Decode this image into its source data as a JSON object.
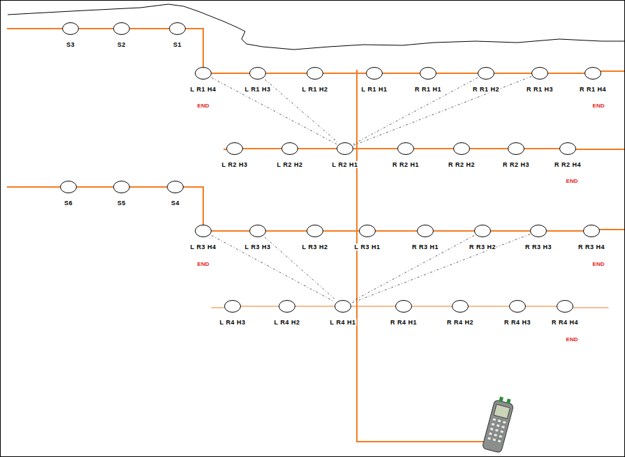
{
  "diagram": {
    "nodes": [
      {
        "text": [
          "S3"
        ]
      },
      {
        "text": [
          "S2"
        ]
      },
      {
        "text": [
          "S1"
        ]
      },
      {
        "text": [
          "L R1 H4"
        ]
      },
      {
        "text": [
          "L R1 H3"
        ]
      },
      {
        "text": [
          "L R1 H2"
        ]
      },
      {
        "text": [
          "L R1 H1"
        ]
      },
      {
        "text": [
          "R R1 H1"
        ]
      },
      {
        "text": [
          "R R1 H2"
        ]
      },
      {
        "text": [
          "R R1 H3"
        ]
      },
      {
        "text": [
          "R R1 H4"
        ]
      },
      {
        "text": [
          "L R2 H3"
        ]
      },
      {
        "text": [
          "L R2 H2"
        ]
      },
      {
        "text": [
          "L R2 H1"
        ]
      },
      {
        "text": [
          "R R2 H1"
        ]
      },
      {
        "text": [
          "R R2 H2"
        ]
      },
      {
        "text": [
          "R R2 H3"
        ]
      },
      {
        "text": [
          "R R2 H4"
        ]
      },
      {
        "text": [
          "S6"
        ]
      },
      {
        "text": [
          "S5"
        ]
      },
      {
        "text": [
          "S4"
        ]
      },
      {
        "text": [
          "L R3 H4"
        ]
      },
      {
        "text": [
          "L R3 H3"
        ]
      },
      {
        "text": [
          "L R3 H2"
        ]
      },
      {
        "text": [
          "L R3 H1"
        ]
      },
      {
        "text": [
          "R R3 H1"
        ]
      },
      {
        "text": [
          "R R3 H2"
        ]
      },
      {
        "text": [
          "R R3 H3"
        ]
      },
      {
        "text": [
          "R R3 H4"
        ]
      },
      {
        "text": [
          "L R4 H3"
        ]
      },
      {
        "text": [
          "L R4 H2"
        ]
      },
      {
        "text": [
          "L R4 H1"
        ]
      },
      {
        "text": [
          "R R4 H1"
        ]
      },
      {
        "text": [
          "R R4 H2"
        ]
      },
      {
        "text": [
          "R R4 H3"
        ]
      },
      {
        "text": [
          "R R4 H4"
        ]
      }
    ],
    "edges": [
      {
        "from": 0,
        "to": 1,
        "arrow": "none"
      },
      {
        "from": 1,
        "to": 2,
        "arrow": "none"
      },
      {
        "from": 2,
        "to": 3,
        "arrow": "none"
      },
      {
        "from": 3,
        "to": 4,
        "arrow": "none"
      },
      {
        "from": 4,
        "to": 5,
        "arrow": "none"
      },
      {
        "from": 5,
        "to": 6,
        "arrow": "none"
      },
      {
        "from": 6,
        "to": 7,
        "arrow": "none"
      },
      {
        "from": 7,
        "to": 8,
        "arrow": "none"
      },
      {
        "from": 8,
        "to": 9,
        "arrow": "none"
      },
      {
        "from": 9,
        "to": 10,
        "arrow": "none"
      },
      {
        "from": 11,
        "to": 12,
        "arrow": "none"
      },
      {
        "from": 12,
        "to": 13,
        "arrow": "none"
      },
      {
        "from": 13,
        "to": 14,
        "arrow": "none"
      },
      {
        "from": 14,
        "to": 15,
        "arrow": "none"
      },
      {
        "from": 15,
        "to": 16,
        "arrow": "none"
      },
      {
        "from": 16,
        "to": 17,
        "arrow": "none"
      },
      {
        "from": 18,
        "to": 19,
        "arrow": "none"
      },
      {
        "from": 19,
        "to": 20,
        "arrow": "none"
      },
      {
        "from": 20,
        "to": 21,
        "arrow": "none"
      },
      {
        "from": 21,
        "to": 22,
        "arrow": "none"
      },
      {
        "from": 22,
        "to": 23,
        "arrow": "none"
      },
      {
        "from": 23,
        "to": 24,
        "arrow": "none"
      },
      {
        "from": 24,
        "to": 25,
        "arrow": "none"
      },
      {
        "from": 25,
        "to": 26,
        "arrow": "none"
      },
      {
        "from": 26,
        "to": 27,
        "arrow": "none"
      },
      {
        "from": 27,
        "to": 28,
        "arrow": "none"
      },
      {
        "from": 29,
        "to": 30,
        "arrow": "none"
      },
      {
        "from": 30,
        "to": 31,
        "arrow": "none"
      },
      {
        "from": 31,
        "to": 32,
        "arrow": "none"
      },
      {
        "from": 32,
        "to": 33,
        "arrow": "none"
      },
      {
        "from": 33,
        "to": 34,
        "arrow": "none"
      },
      {
        "from": 34,
        "to": 35,
        "arrow": "none"
      },
      {
        "from": 3,
        "to": 13,
        "arrow": "none"
      },
      {
        "from": 4,
        "to": 13,
        "arrow": "none"
      },
      {
        "from": 8,
        "to": 13,
        "arrow": "none"
      },
      {
        "from": 9,
        "to": 13,
        "arrow": "none"
      },
      {
        "from": 21,
        "to": 31,
        "arrow": "none"
      },
      {
        "from": 22,
        "to": 31,
        "arrow": "none"
      },
      {
        "from": 26,
        "to": 31,
        "arrow": "none"
      },
      {
        "from": 27,
        "to": 31,
        "arrow": "none"
      }
    ],
    "labels": [
      "END",
      "END",
      "END",
      "END",
      "END",
      "END"
    ]
  }
}
